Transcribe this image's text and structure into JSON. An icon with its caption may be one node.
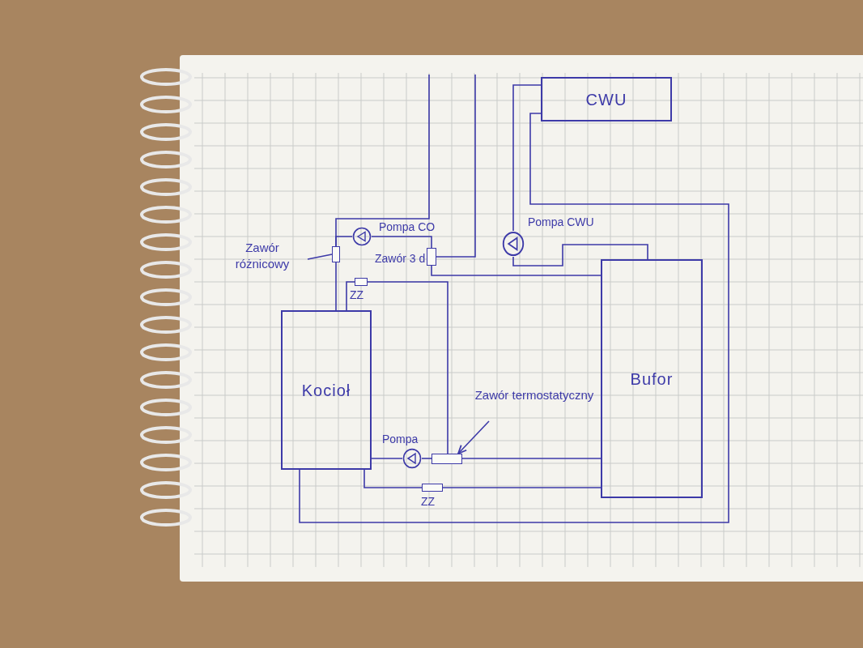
{
  "diagram": {
    "nodes": [
      {
        "text": [
          "CWU"
        ]
      },
      {
        "text": [],
        "shape": "circle",
        "beside": [
          "Pompa CO"
        ]
      },
      {
        "text": [
          "Zawór różnicowy"
        ]
      },
      {
        "text": [],
        "shape": "box"
      },
      {
        "text": [],
        "shape": "box",
        "beside": [
          "Zawór 3 d"
        ]
      },
      {
        "text": [],
        "shape": "box",
        "beside": [
          "ZZ"
        ]
      },
      {
        "text": [],
        "shape": "circle",
        "beside": [
          "Pompa CWU"
        ]
      },
      {
        "text": [
          "Kocioł"
        ]
      },
      {
        "text": [
          "Bufor"
        ]
      },
      {
        "text": [
          "Zawór termostatyczny"
        ]
      },
      {
        "text": [],
        "shape": "box"
      },
      {
        "text": [],
        "shape": "circle",
        "beside": [
          "Pompa"
        ]
      },
      {
        "text": [],
        "shape": "box",
        "beside": [
          "ZZ"
        ]
      }
    ],
    "edges": [
      {
        "from": 2,
        "to": 3,
        "arrow": "none"
      },
      {
        "from": 9,
        "to": 10,
        "arrow": "to"
      },
      {
        "from": null,
        "to": 3,
        "arrow": "none"
      },
      {
        "from": 3,
        "to": 1,
        "arrow": "none"
      },
      {
        "from": 1,
        "to": 4,
        "arrow": "none"
      },
      {
        "from": 4,
        "to": null,
        "arrow": "none"
      },
      {
        "from": 7,
        "to": 3,
        "arrow": "none"
      },
      {
        "from": 7,
        "to": 5,
        "arrow": "none"
      },
      {
        "from": 5,
        "to": 10,
        "arrow": "none"
      },
      {
        "from": 4,
        "to": 8,
        "arrow": "none"
      },
      {
        "from": 8,
        "to": 6,
        "arrow": "none"
      },
      {
        "from": 6,
        "to": 0,
        "arrow": "none"
      },
      {
        "from": 0,
        "to": 7,
        "arrow": "none"
      },
      {
        "from": 10,
        "to": 11,
        "arrow": "none"
      },
      {
        "from": 11,
        "to": 7,
        "arrow": "none"
      },
      {
        "from": 10,
        "to": 8,
        "arrow": "none"
      },
      {
        "from": 12,
        "to": 7,
        "arrow": "none"
      },
      {
        "from": 8,
        "to": 12,
        "arrow": "none"
      }
    ]
  }
}
